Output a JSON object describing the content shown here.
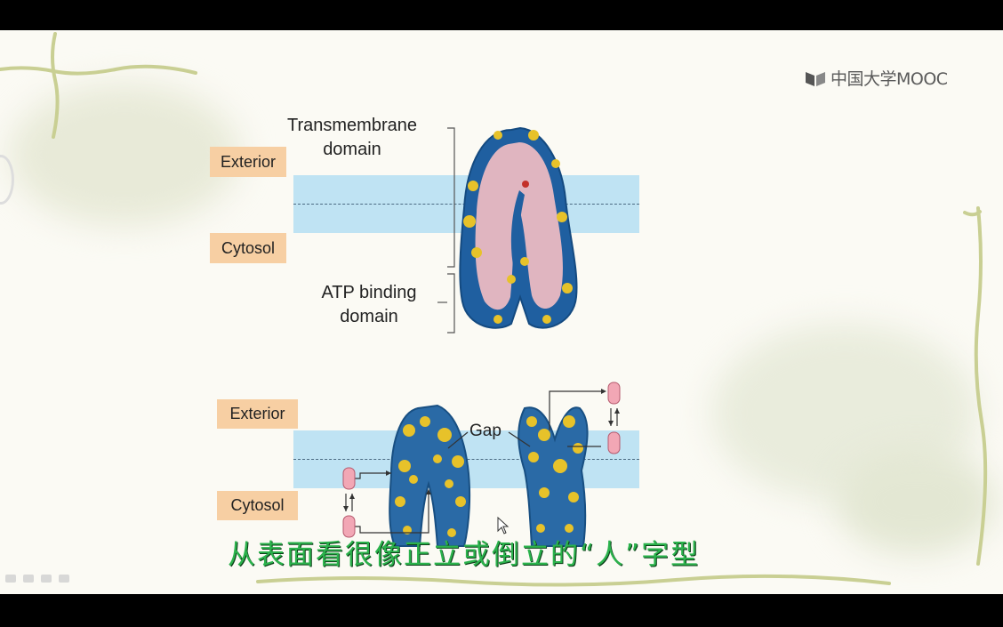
{
  "logo": {
    "text": "中国大学MOOC",
    "icon": "mooc-book-icon"
  },
  "top_figure": {
    "exterior_label": "Exterior",
    "cytosol_label": "Cytosol",
    "transmembrane_line1": "Transmembrane",
    "transmembrane_line2": "domain",
    "atp_line1": "ATP binding",
    "atp_line2": "domain"
  },
  "bottom_figure": {
    "exterior_label": "Exterior",
    "cytosol_label": "Cytosol",
    "gap_label": "Gap"
  },
  "subtitle": "从表面看很像正立或倒立的“人”字型",
  "colors": {
    "membrane": "#bfe3f3",
    "label_box": "#f7cfa3",
    "subtitle": "#2bb24c",
    "protein_blue": "#1f5fa0",
    "protein_yellow": "#e7c22a",
    "protein_interior": "#e0b5c0",
    "substrate": "#f2a7b5"
  }
}
